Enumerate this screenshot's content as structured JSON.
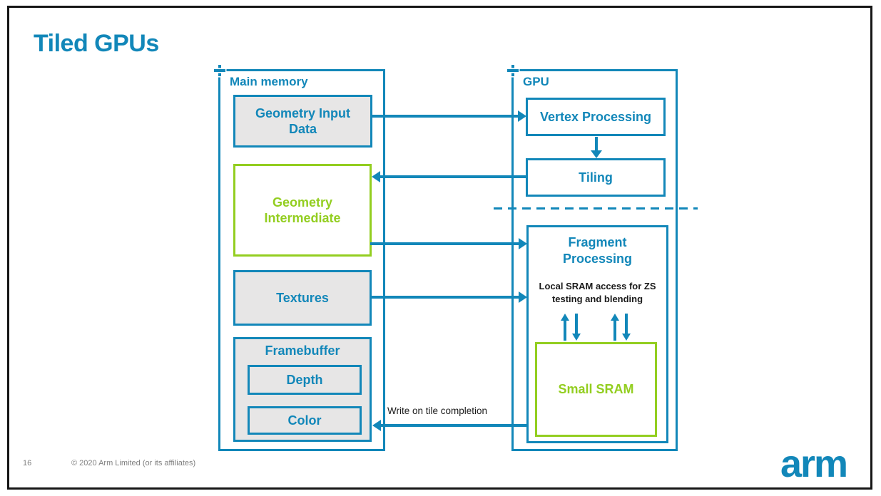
{
  "slide": {
    "title": "Tiled GPUs",
    "page_number": "16",
    "copyright": "© 2020 Arm Limited (or its affiliates)",
    "logo_text": "arm"
  },
  "colors": {
    "teal": "#1287B9",
    "green": "#93CE20",
    "box_fill_gray": "#E7E6E6",
    "annotation_black": "#1A1A1A",
    "footer_gray": "#7F7F7F"
  },
  "main_memory": {
    "label": "Main memory",
    "geometry_input_data": "Geometry Input Data",
    "geometry_intermediate": "Geometry Intermediate",
    "textures": "Textures",
    "framebuffer": "Framebuffer",
    "depth": "Depth",
    "color": "Color"
  },
  "gpu": {
    "label": "GPU",
    "vertex_processing": "Vertex Processing",
    "tiling": "Tiling",
    "fragment_processing": "Fragment Processing",
    "local_sram_note": "Local SRAM access for ZS testing and blending",
    "small_sram": "Small SRAM"
  },
  "annotations": {
    "write_on_tile": "Write on tile completion"
  }
}
